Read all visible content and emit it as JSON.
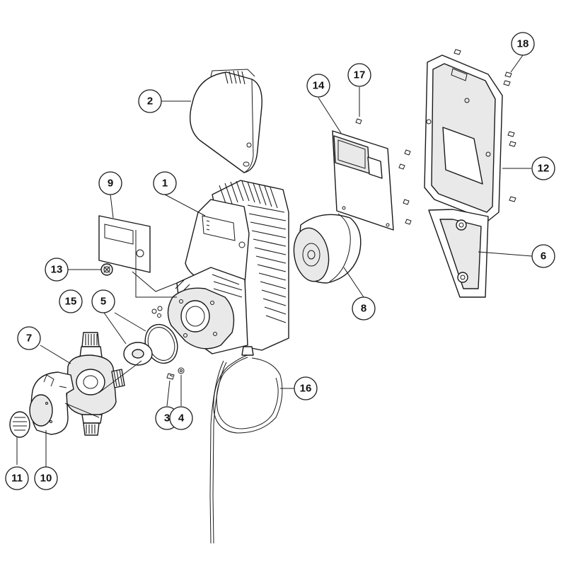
{
  "callouts": {
    "c1": "1",
    "c2": "2",
    "c3": "3",
    "c4": "4",
    "c5": "5",
    "c6": "6",
    "c7": "7",
    "c8": "8",
    "c9": "9",
    "c10": "10",
    "c11": "11",
    "c12": "12",
    "c13": "13",
    "c14": "14",
    "c15": "15",
    "c16": "16",
    "c17": "17",
    "c18": "18"
  },
  "colors": {
    "line": "#1a1a1a",
    "fill": "#ffffff",
    "shade": "#e9e9e9"
  }
}
